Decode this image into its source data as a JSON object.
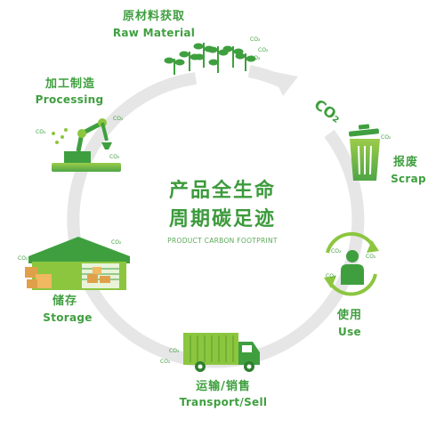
{
  "center": {
    "line1": "产品全生命",
    "line2": "周期碳足迹",
    "subtitle": "PRODUCT CARBON FOOTPRINT"
  },
  "cycle_arrow_label": "CO₂",
  "co2_tag": "CO₂",
  "stages": [
    {
      "zh": "原材料获取",
      "en": "Raw Material",
      "icon": "sprouts-icon"
    },
    {
      "zh": "报废",
      "en": "Scrap",
      "icon": "trash-bin-icon"
    },
    {
      "zh": "使用",
      "en": "Use",
      "icon": "person-recycle-icon"
    },
    {
      "zh": "运输/销售",
      "en": "Transport/Sell",
      "icon": "truck-icon"
    },
    {
      "zh": "储存",
      "en": "Storage",
      "icon": "warehouse-icon"
    },
    {
      "zh": "加工制造",
      "en": "Processing",
      "icon": "robot-arm-icon"
    }
  ],
  "colors": {
    "primary_green": "#3f9f3f",
    "light_green": "#8cc63f",
    "ring_gray": "#e6e6e6"
  }
}
